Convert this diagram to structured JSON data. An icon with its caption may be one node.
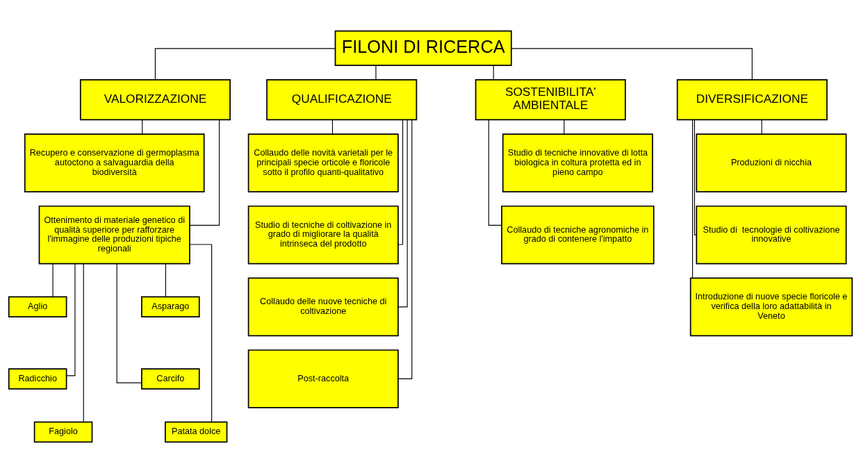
{
  "diagram": {
    "nodes": [
      {
        "text": [
          "FILONI DI RICERCA"
        ]
      },
      {
        "text": [
          "VALORIZZAZIONE"
        ]
      },
      {
        "text": [
          "QUALIFICAZIONE"
        ]
      },
      {
        "text": [
          "SOSTENIBILITA' AMBIENTALE"
        ]
      },
      {
        "text": [
          "DIVERSIFICAZIONE"
        ]
      },
      {
        "text": [
          "Recupero e conservazione di germoplasma autoctono a salvaguardia della biodiversità"
        ]
      },
      {
        "text": [
          "Ottenimento di materiale genetico di qualità superiore per rafforzare l'immagine delle produzioni tipiche regionali"
        ]
      },
      {
        "text": [
          "Aglio"
        ]
      },
      {
        "text": [
          "Asparago"
        ]
      },
      {
        "text": [
          "Radicchio"
        ]
      },
      {
        "text": [
          "Carcifo"
        ]
      },
      {
        "text": [
          "Fagiolo"
        ]
      },
      {
        "text": [
          "Patata dolce"
        ]
      },
      {
        "text": [
          "Collaudo delle novità varietali per le principali specie orticole e floricole sotto il profilo quanti-qualitativo"
        ]
      },
      {
        "text": [
          "Studio di tecniche di coltivazione in grado di migliorare la qualità intrinseca del prodotto"
        ]
      },
      {
        "text": [
          "Collaudo delle nuove tecniche di coltivazione"
        ]
      },
      {
        "text": [
          "Post-raccolta"
        ]
      },
      {
        "text": [
          "Studio di tecniche innovative di lotta biologica in coltura protetta ed in pieno campo"
        ]
      },
      {
        "text": [
          "Collaudo di tecniche agronomiche in grado di contenere l'impatto"
        ]
      },
      {
        "text": [
          "Produzioni di nicchia"
        ]
      },
      {
        "text": [
          "Studio di  tecnologie di coltivazione innovative"
        ]
      },
      {
        "text": [
          "Introduzione di nuove specie floricole e verifica della loro adattabilità in Veneto"
        ]
      }
    ],
    "edges": [
      {
        "from": 0,
        "to": 1,
        "arrow": "none"
      },
      {
        "from": 0,
        "to": 2,
        "arrow": "none"
      },
      {
        "from": 0,
        "to": 3,
        "arrow": "none"
      },
      {
        "from": 0,
        "to": 4,
        "arrow": "none"
      },
      {
        "from": 1,
        "to": 5,
        "arrow": "none"
      },
      {
        "from": 1,
        "to": 6,
        "arrow": "none"
      },
      {
        "from": 6,
        "to": 7,
        "arrow": "none"
      },
      {
        "from": 6,
        "to": 8,
        "arrow": "none"
      },
      {
        "from": 6,
        "to": 9,
        "arrow": "none"
      },
      {
        "from": 6,
        "to": 10,
        "arrow": "none"
      },
      {
        "from": 6,
        "to": 11,
        "arrow": "none"
      },
      {
        "from": 6,
        "to": 12,
        "arrow": "none"
      },
      {
        "from": 2,
        "to": 13,
        "arrow": "none"
      },
      {
        "from": 2,
        "to": 14,
        "arrow": "none"
      },
      {
        "from": 2,
        "to": 15,
        "arrow": "none"
      },
      {
        "from": 2,
        "to": 16,
        "arrow": "none"
      },
      {
        "from": 3,
        "to": 17,
        "arrow": "none"
      },
      {
        "from": 3,
        "to": 18,
        "arrow": "none"
      },
      {
        "from": 4,
        "to": 19,
        "arrow": "none"
      },
      {
        "from": 4,
        "to": 20,
        "arrow": "none"
      },
      {
        "from": 4,
        "to": 21,
        "arrow": "none"
      }
    ]
  }
}
